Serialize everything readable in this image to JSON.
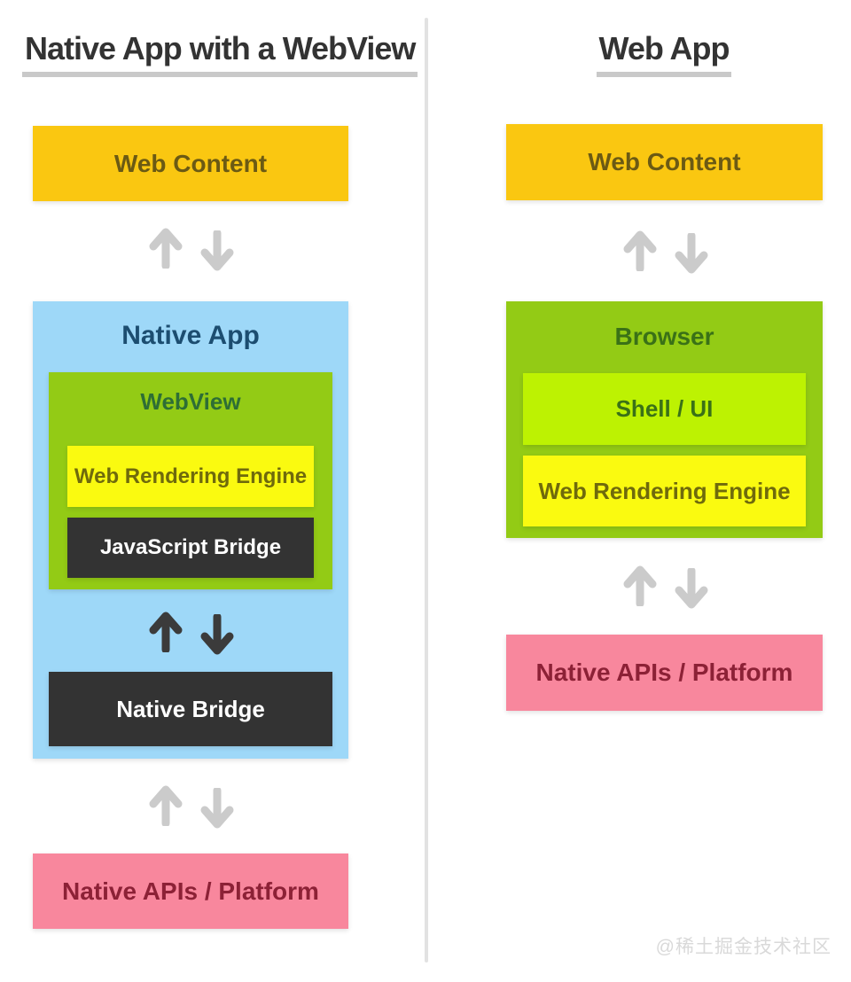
{
  "titles": {
    "left": "Native App with a WebView",
    "right": "Web App"
  },
  "left_column": {
    "web_content": "Web Content",
    "native_app": "Native App",
    "webview": "WebView",
    "web_rendering_engine": "Web Rendering Engine",
    "javascript_bridge": "JavaScript Bridge",
    "native_bridge": "Native Bridge",
    "native_apis_platform": "Native APIs / Platform"
  },
  "right_column": {
    "web_content": "Web Content",
    "browser": "Browser",
    "shell_ui": "Shell / UI",
    "web_rendering_engine": "Web Rendering Engine",
    "native_apis_platform": "Native APIs / Platform"
  },
  "watermark": "@稀土掘金技术社区",
  "colors": {
    "gold": "#FAC711",
    "gold_text": "#6B5A14",
    "light_blue": "#9ED8F8",
    "navy_text": "#1C4D70",
    "green": "#93CB15",
    "green_text": "#2E6E35",
    "browser_text": "#3A7117",
    "lime": "#BDF202",
    "yellow": "#FAFA10",
    "olive_text": "#6F6A0C",
    "dark_box": "#333333",
    "pink": "#F8879D",
    "maroon_text": "#8C2136",
    "arrow_gray": "#CBCBCB",
    "arrow_dark": "#3B3B3B",
    "divider": "#E2E2E2",
    "title_underline": "#C9C9C9",
    "title_text": "#333333",
    "watermark_text": "#D9D9D9"
  }
}
